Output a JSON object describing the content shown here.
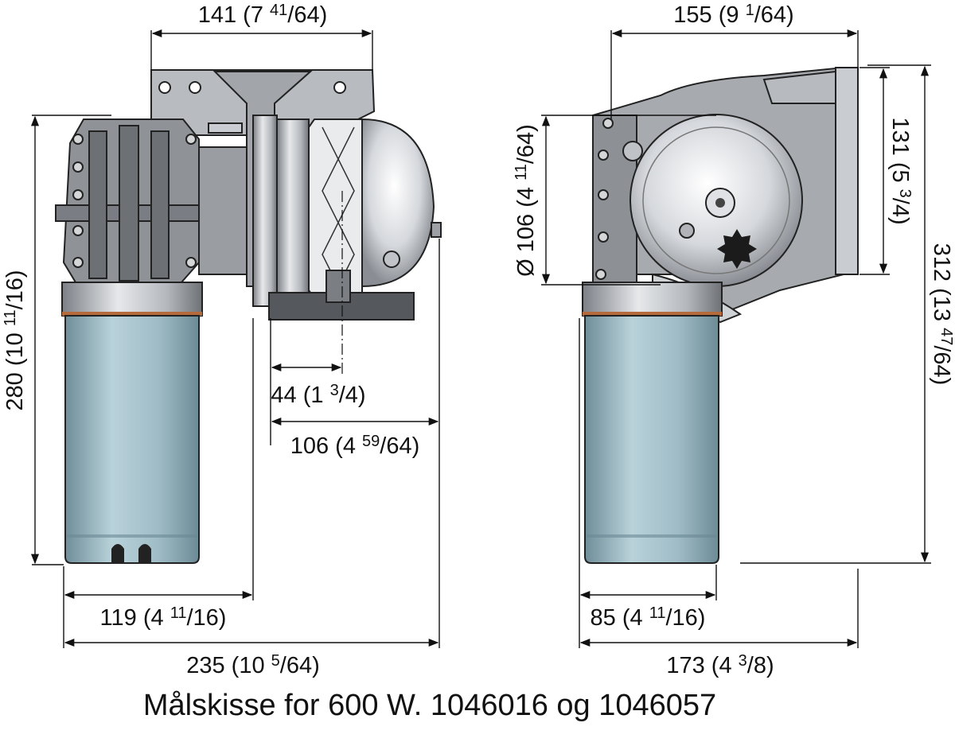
{
  "caption": "Målskisse for 600 W. 1046016 og 1046057",
  "colors": {
    "motor": "#9fbcc6",
    "metal": "#c4c7cb",
    "dark": "#4a4d52",
    "outline": "#222222"
  },
  "dimensions": {
    "top_left": {
      "main": "141 (7 ",
      "frac": "41",
      "tail": "/64)"
    },
    "top_right": {
      "main": "155 (9 ",
      "frac": "1",
      "tail": "/64)"
    },
    "left_height": {
      "main": "280 (10 ",
      "frac": "11",
      "tail": "/16)"
    },
    "dia": {
      "main": "Ø 106 (4 ",
      "frac": "11",
      "tail": "/64)"
    },
    "r_131": {
      "main": "131 (5 ",
      "frac": "3",
      "tail": "/4)"
    },
    "r_312": {
      "main": "312 (13 ",
      "frac": "47",
      "tail": "/64)"
    },
    "d_44": {
      "main": "44 (1 ",
      "frac": "3",
      "tail": "/4)"
    },
    "d_106": {
      "main": "106 (4 ",
      "frac": "59",
      "tail": "/64)"
    },
    "d_119": {
      "main": "119 (4 ",
      "frac": "11",
      "tail": "/16)"
    },
    "d_235": {
      "main": "235 (10 ",
      "frac": "5",
      "tail": "/64)"
    },
    "d_85": {
      "main": "85 (4 ",
      "frac": "11",
      "tail": "/16)"
    },
    "d_173": {
      "main": "173 (4 ",
      "frac": "3",
      "tail": "/8)"
    }
  }
}
